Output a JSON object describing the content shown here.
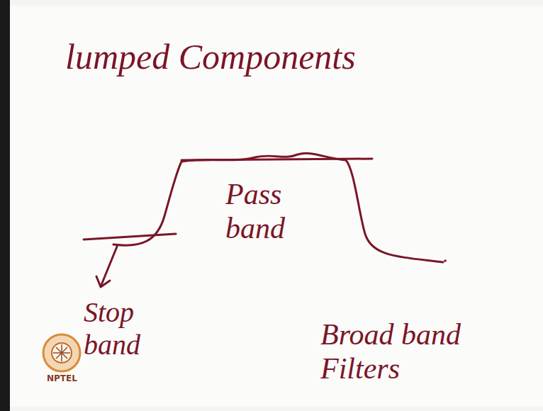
{
  "diagram": {
    "title": "lumped Components",
    "labels": [
      "Pass band",
      "Stop band",
      "Broad band Filters",
      "NPTEL"
    ]
  }
}
